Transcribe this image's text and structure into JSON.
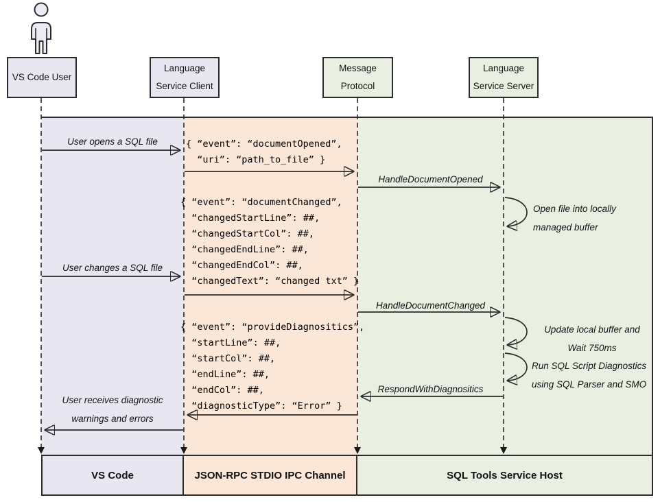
{
  "colors": {
    "lavender": "#e8e7f1",
    "peach": "#fbe7d7",
    "green": "#e9f0e2",
    "line": "#2b2b2b"
  },
  "icons": {
    "user_actor": "person-icon"
  },
  "actors": {
    "user": {
      "line1": "VS Code User"
    },
    "client": {
      "line1": "Language",
      "line2": "Service Client"
    },
    "protocol": {
      "line1": "Message",
      "line2": "Protocol"
    },
    "server": {
      "line1": "Language",
      "line2": "Service Server"
    }
  },
  "labels": {
    "user_opens": "User opens a SQL file",
    "user_changes": "User changes a SQL file",
    "user_receives_line1": "User receives diagnostic",
    "user_receives_line2": "warnings and errors",
    "handle_document_opened": "HandleDocumentOpened",
    "handle_document_changed": "HandleDocumentChanged",
    "respond_with_diagnostics": "RespondWithDiagnositics",
    "note_open_file_line1": "Open file into locally",
    "note_open_file_line2": "managed buffer",
    "note_update_line1": "Update local buffer and",
    "note_update_line2": "Wait 750ms",
    "note_run_line1": "Run SQL Script Diagnostics",
    "note_run_line2": "using SQL Parser and SMO"
  },
  "payloads": {
    "document_opened": "{ “event”: “documentOpened”,\n  “uri”: “path_to_file” }",
    "document_changed": "{ “event”: “documentChanged”,\n  “changedStartLine”: ##,\n  “changedStartCol”: ##,\n  “changedEndLine”: ##,\n  “changedEndCol”: ##,\n  “changedText”: “changed txt” }",
    "provide_diagnostics": "{ “event”: “provideDiagnositics”,\n  “startLine”: ##,\n  “startCol”: ##,\n  “endLine”: ##,\n  “endCol”: ##,\n  “diagnosticType”: “Error” }"
  },
  "footers": {
    "vscode": "VS Code",
    "channel": "JSON-RPC STDIO IPC Channel",
    "host": "SQL Tools Service Host"
  }
}
